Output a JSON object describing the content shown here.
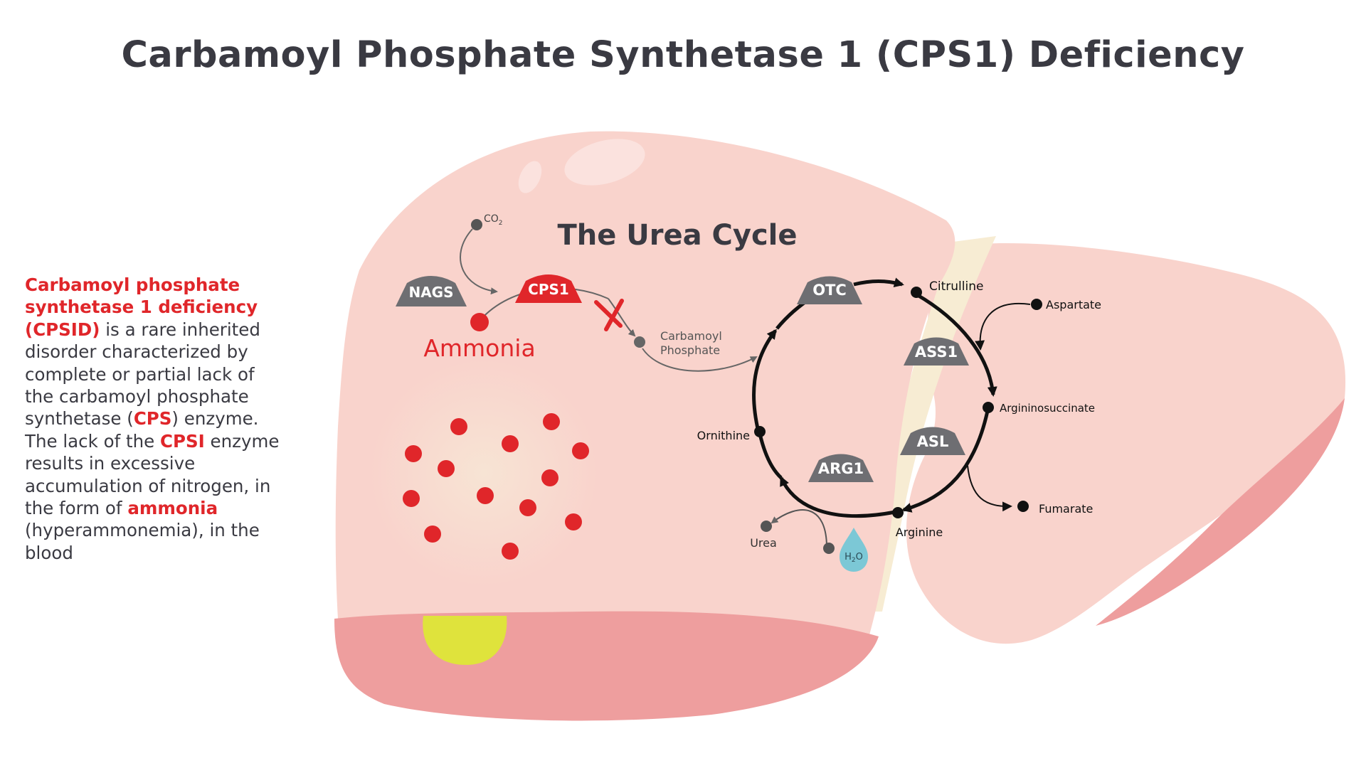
{
  "title": "Carbamoyl Phosphate Synthetase 1 (CPS1) Deficiency",
  "description": {
    "p1_red": "Carbamoyl phosphate\nsynthetase 1 deficiency\n(CPSID)",
    "p2": " is a rare inherited\ndisorder characterized by\ncomplete or partial lack of\nthe carbamoyl phosphate\nsynthetase (",
    "p3_red": "CPS",
    "p4": ") enzyme.\nThe lack of the ",
    "p5_red": "CPSI",
    "p6": " enzyme\nresults in excessive\naccumulation of nitrogen, in\nthe form of ",
    "p7_red": "ammonia",
    "p8": "\n(hyperammonemia), in the\nblood"
  },
  "cycle": {
    "heading": "The Urea Cycle",
    "co2": "CO",
    "co2_sub": "2",
    "ammonia": "Ammonia",
    "carbamoyl_line1": "Carbamoyl",
    "carbamoyl_line2": "Phosphate",
    "metabolites": {
      "citrulline": "Citrulline",
      "aspartate": "Aspartate",
      "argininosuccinate": "Argininosuccinate",
      "fumarate": "Fumarate",
      "arginine": "Arginine",
      "ornithine": "Ornithine",
      "urea": "Urea",
      "water": "H",
      "water_sub": "2",
      "water_o": "O"
    },
    "enzymes": {
      "nags": "NAGS",
      "cps1": "CPS1",
      "otc": "OTC",
      "ass1": "ASS1",
      "asl": "ASL",
      "arg1": "ARG1"
    }
  },
  "colors": {
    "liver_main": "#f9d3cc",
    "liver_shadow": "#ee9e9e",
    "ligament": "#f7ecd3",
    "accent_red": "#e0262a",
    "enzyme_gray": "#6e6e72",
    "gallbladder": "#dfe33c",
    "text_dark": "#3a3a42",
    "water_blue": "#7cc8d6"
  }
}
